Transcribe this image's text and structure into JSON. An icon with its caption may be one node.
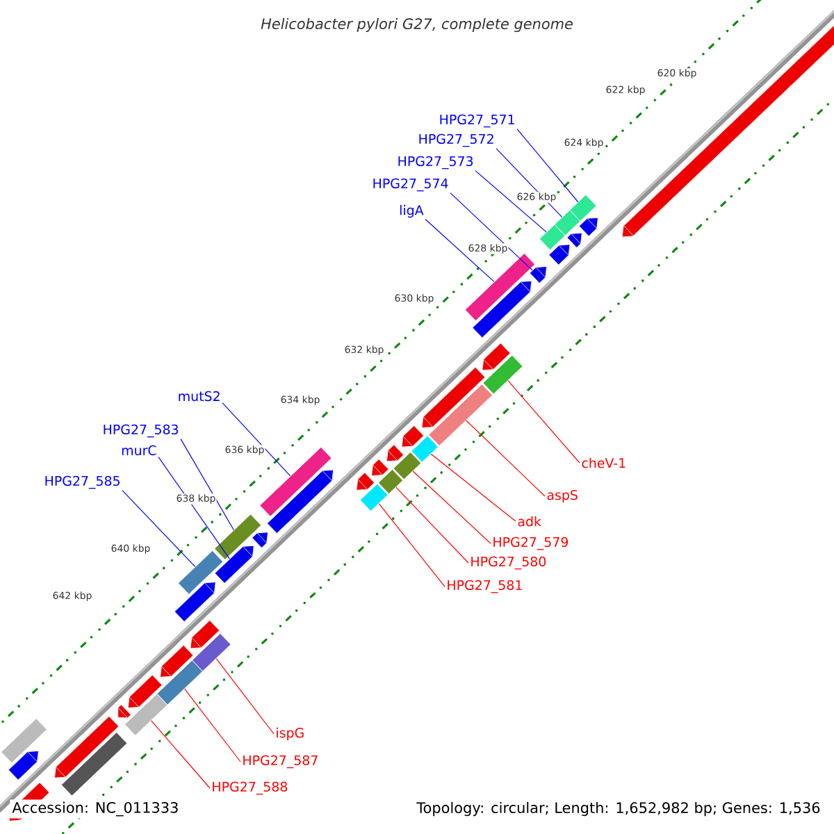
{
  "diagram": {
    "title": "Helicobacter pylori G27, complete genome",
    "nodes": [
      {
        "text": [
          "HPG27_571"
        ]
      },
      {
        "text": [
          "HPG27_572"
        ]
      },
      {
        "text": [
          "HPG27_573"
        ]
      },
      {
        "text": [
          "HPG27_574"
        ]
      },
      {
        "text": [
          "ligA"
        ]
      },
      {
        "text": [
          "mutS2"
        ]
      },
      {
        "text": [
          "HPG27_583"
        ]
      },
      {
        "text": [
          "murC"
        ]
      },
      {
        "text": [
          "HPG27_585"
        ]
      },
      {
        "text": [
          "cheV-1"
        ]
      },
      {
        "text": [
          "aspS"
        ]
      },
      {
        "text": [
          "adk"
        ]
      },
      {
        "text": [
          "HPG27_579"
        ]
      },
      {
        "text": [
          "HPG27_580"
        ]
      },
      {
        "text": [
          "HPG27_581"
        ]
      },
      {
        "text": [
          "ispG"
        ]
      },
      {
        "text": [
          "HPG27_587"
        ]
      },
      {
        "text": [
          "HPG27_588"
        ]
      },
      {
        "text": [],
        "shape": "arrow"
      },
      {
        "text": [],
        "shape": "box"
      },
      {
        "text": [],
        "shape": "arrow"
      },
      {
        "text": [],
        "shape": "box"
      },
      {
        "text": [],
        "shape": "arrow"
      },
      {
        "text": [],
        "shape": "box"
      },
      {
        "text": [],
        "shape": "arrow"
      },
      {
        "text": [],
        "shape": "arrow"
      },
      {
        "text": [],
        "shape": "box"
      },
      {
        "text": [],
        "shape": "arrow"
      },
      {
        "text": [],
        "shape": "arrow"
      },
      {
        "text": [],
        "shape": "box"
      },
      {
        "text": [],
        "shape": "arrow"
      },
      {
        "text": [],
        "shape": "box"
      },
      {
        "text": [],
        "shape": "box"
      },
      {
        "text": [],
        "shape": "arrow"
      },
      {
        "text": [],
        "shape": "box"
      },
      {
        "text": [],
        "shape": "arrow"
      },
      {
        "text": [],
        "shape": "box"
      },
      {
        "text": [],
        "shape": "arrow"
      },
      {
        "text": [],
        "shape": "box"
      },
      {
        "text": [],
        "shape": "arrow"
      },
      {
        "text": [],
        "shape": "box"
      },
      {
        "text": [],
        "shape": "arrow"
      },
      {
        "text": [],
        "shape": "box"
      },
      {
        "text": [],
        "shape": "arrow"
      },
      {
        "text": [],
        "shape": "arrow"
      },
      {
        "text": [],
        "shape": "box"
      },
      {
        "text": [],
        "shape": "arrow"
      },
      {
        "text": [],
        "shape": "arrow"
      },
      {
        "text": [],
        "shape": "box"
      },
      {
        "text": [],
        "shape": "arrow"
      },
      {
        "text": [],
        "shape": "box"
      },
      {
        "text": [],
        "shape": "arrow"
      },
      {
        "text": [],
        "shape": "box"
      },
      {
        "text": [],
        "shape": "arrow"
      },
      {
        "text": [],
        "shape": "arrow"
      },
      {
        "text": [],
        "shape": "box"
      },
      {
        "text": [],
        "shape": "box"
      },
      {
        "text": [],
        "shape": "arrow"
      },
      {
        "text": [],
        "shape": "arrow"
      }
    ],
    "edges": [
      {
        "from": 0,
        "to": 19,
        "arrow": "none",
        "color": "#0000ff"
      },
      {
        "from": 1,
        "to": 21,
        "arrow": "none",
        "color": "#0000ff"
      },
      {
        "from": 2,
        "to": 23,
        "arrow": "none",
        "color": "#0000ff"
      },
      {
        "from": 3,
        "to": 25,
        "arrow": "none",
        "color": "#0000ff"
      },
      {
        "from": 4,
        "to": 26,
        "arrow": "none",
        "color": "#0000ff"
      },
      {
        "from": 5,
        "to": 40,
        "arrow": "none",
        "color": "#0000ff"
      },
      {
        "from": 6,
        "to": 42,
        "arrow": "none",
        "color": "#0000ff"
      },
      {
        "from": 7,
        "to": 44,
        "arrow": "none",
        "color": "#0000ff"
      },
      {
        "from": 8,
        "to": 45,
        "arrow": "none",
        "color": "#0000ff"
      },
      {
        "from": 9,
        "to": 29,
        "arrow": "none",
        "color": "#ff0000"
      },
      {
        "from": 10,
        "to": 31,
        "arrow": "none",
        "color": "#ff0000"
      },
      {
        "from": 11,
        "to": 32,
        "arrow": "none",
        "color": "#ff0000"
      },
      {
        "from": 12,
        "to": 34,
        "arrow": "none",
        "color": "#ff0000"
      },
      {
        "from": 13,
        "to": 36,
        "arrow": "none",
        "color": "#ff0000"
      },
      {
        "from": 14,
        "to": 38,
        "arrow": "none",
        "color": "#ff0000"
      },
      {
        "from": 15,
        "to": 48,
        "arrow": "none",
        "color": "#ff0000"
      },
      {
        "from": 16,
        "to": 50,
        "arrow": "none",
        "color": "#ff0000"
      },
      {
        "from": 17,
        "to": 52,
        "arrow": "none",
        "color": "#ff0000"
      }
    ],
    "labels": [
      "620 kbp",
      "622 kbp",
      "624 kbp",
      "626 kbp",
      "628 kbp",
      "630 kbp",
      "632 kbp",
      "634 kbp",
      "636 kbp",
      "638 kbp",
      "640 kbp",
      "642 kbp",
      "Accession: NC_011333",
      "Topology: circular; Length: 1,652,982 bp; Genes: 1,536"
    ]
  }
}
